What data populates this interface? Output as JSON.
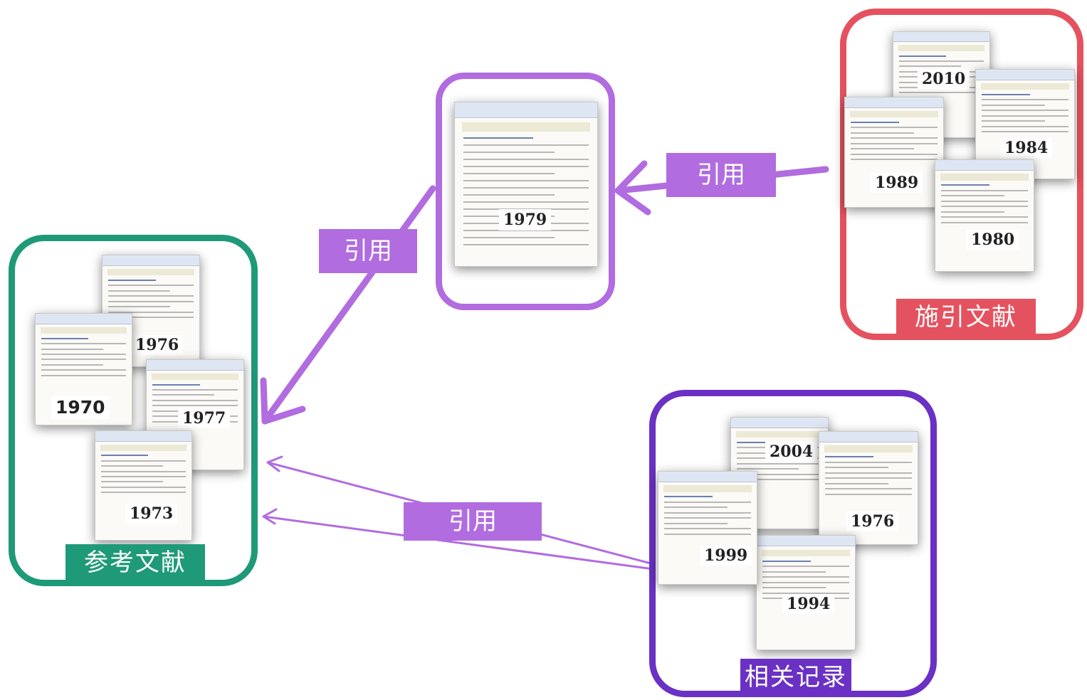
{
  "labels": {
    "references": "参考文献",
    "citing": "施引文献",
    "related": "相关记录",
    "cite": "引用"
  },
  "center": {
    "year": "1979"
  },
  "references": {
    "years": [
      "1976",
      "1970",
      "1977",
      "1973"
    ]
  },
  "citing": {
    "years": [
      "2010",
      "1984",
      "1989",
      "1980"
    ]
  },
  "related": {
    "years": [
      "2004",
      "1976",
      "1999",
      "1994"
    ]
  },
  "colors": {
    "references": "#1f9a78",
    "center": "#b16ce0",
    "citing": "#e5525f",
    "related": "#6a31c4",
    "arrow": "#b16ce0"
  }
}
